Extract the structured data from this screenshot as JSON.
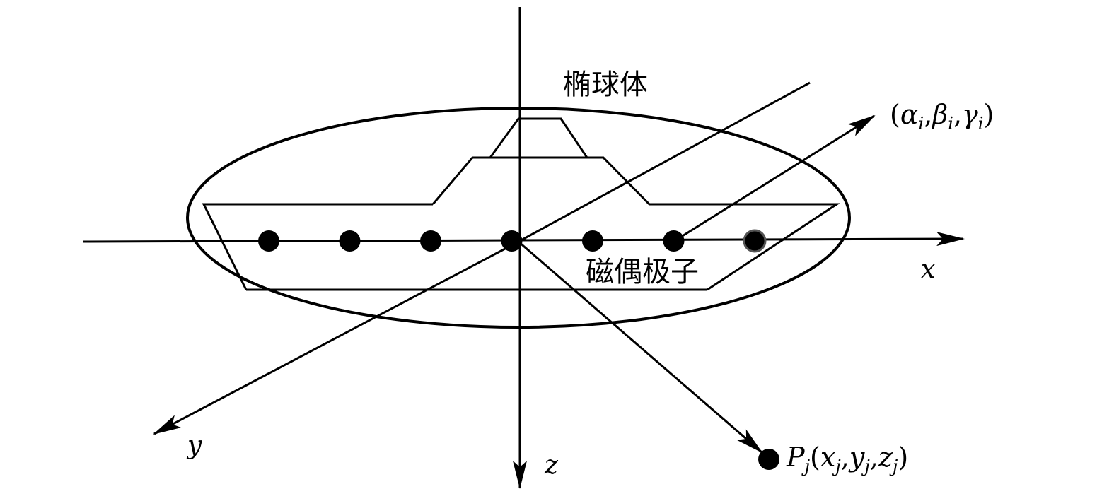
{
  "labels": {
    "ellipsoid": "椭球体",
    "dipoles": "磁偶极子",
    "axis_x": "x",
    "axis_y": "y",
    "axis_z": "z"
  },
  "direction_label": {
    "open": "(",
    "alpha": "α",
    "beta": "β",
    "gamma": "γ",
    "sub": "i",
    "comma": ",",
    "close": ")"
  },
  "point_label": {
    "name": "P",
    "sub": "j",
    "open": "(",
    "x": "x",
    "y": "y",
    "z": "z",
    "comma": ",",
    "close": ")"
  },
  "dipole_count": 7
}
